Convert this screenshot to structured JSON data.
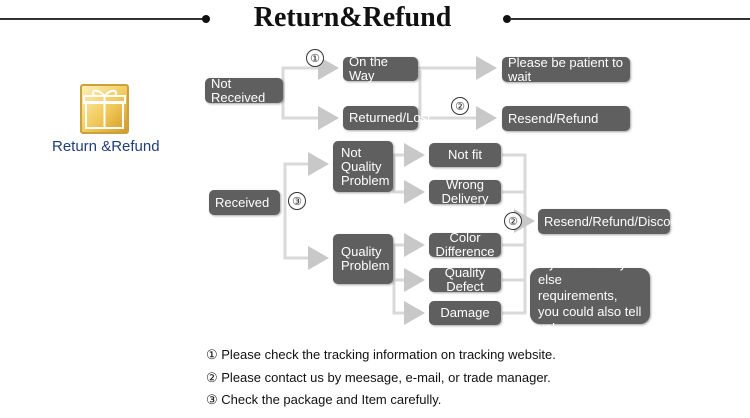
{
  "header": {
    "title": "Return&Refund"
  },
  "logo": {
    "icon": "gift-icon",
    "label": "Return &Refund"
  },
  "flow": {
    "not_received": "Not Received",
    "on_the_way": "On the Way",
    "returned_lost": "Returned/Lost",
    "be_patient": "Please be patient to wait",
    "resend_refund": "Resend/Refund",
    "received": "Received",
    "not_quality_problem": "Not Quality Problem",
    "quality_problem": "Quality Problem",
    "not_fit": "Not fit",
    "wrong_delivery": "Wrong Delivery",
    "color_difference": "Color Difference",
    "quality_defect": "Quality Defect",
    "damage": "Damage",
    "resend_refund_discount": "Resend/Refund/Discount",
    "else_requirements": "If you have any else requirements, you could also tell us!"
  },
  "markers": {
    "one": "①",
    "two": "②",
    "three": "③"
  },
  "notes": [
    "① Please check the tracking information on tracking website.",
    "② Please contact us by meesage, e-mail, or trade manager.",
    "③ Check the package and Item carefully."
  ],
  "colors": {
    "box_fill": "#5f5f5f",
    "connector": "#d9d9d9",
    "logo_gold": "#f1c95a",
    "logo_label": "#1f3f78"
  }
}
